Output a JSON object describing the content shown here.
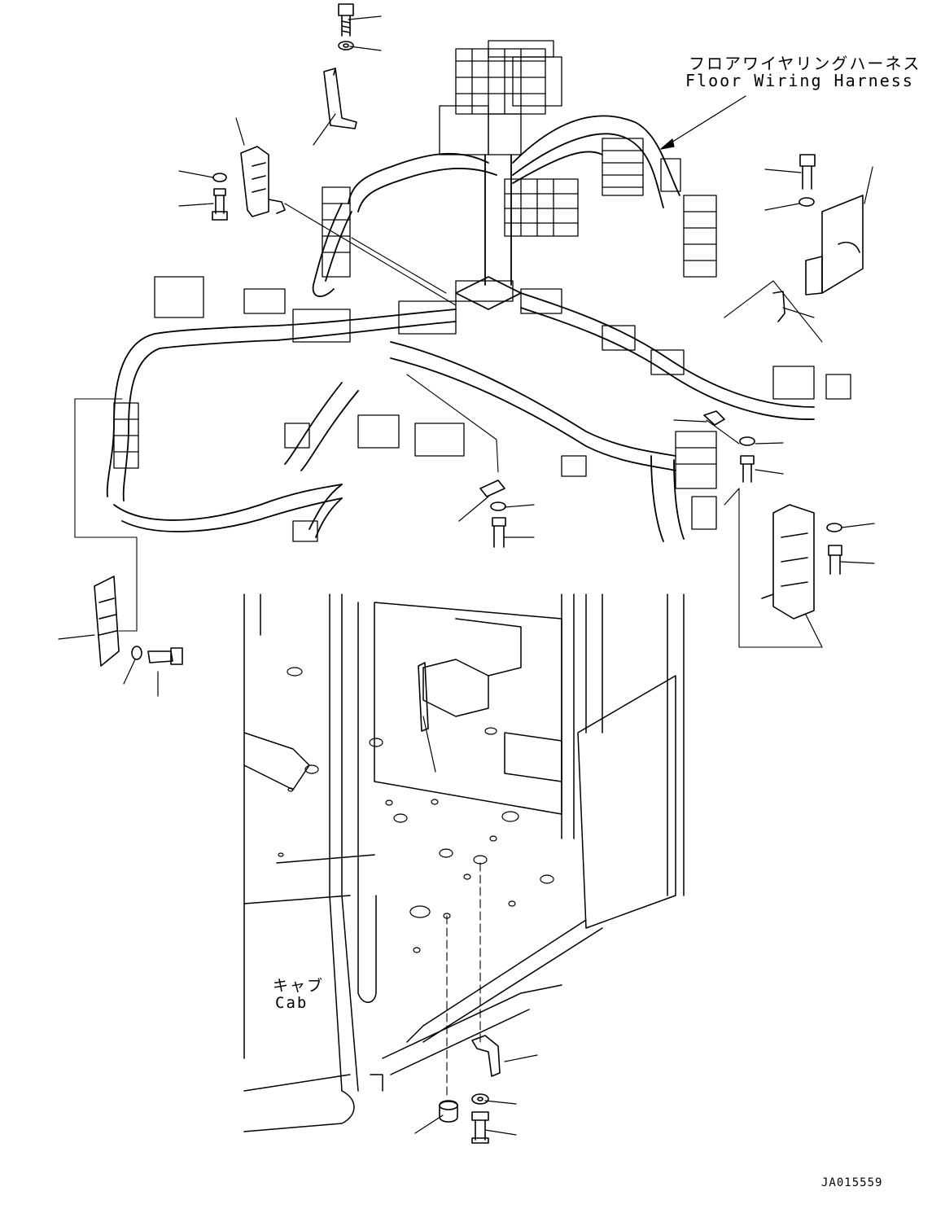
{
  "labels": {
    "harness_jp": "フロアワイヤリングハーネス",
    "harness_en": "Floor Wiring Harness",
    "cab_jp": "キャブ",
    "cab_en": "Cab",
    "drawing_id": "JA015559"
  },
  "colors": {
    "line": "#000000",
    "background": "#ffffff"
  }
}
